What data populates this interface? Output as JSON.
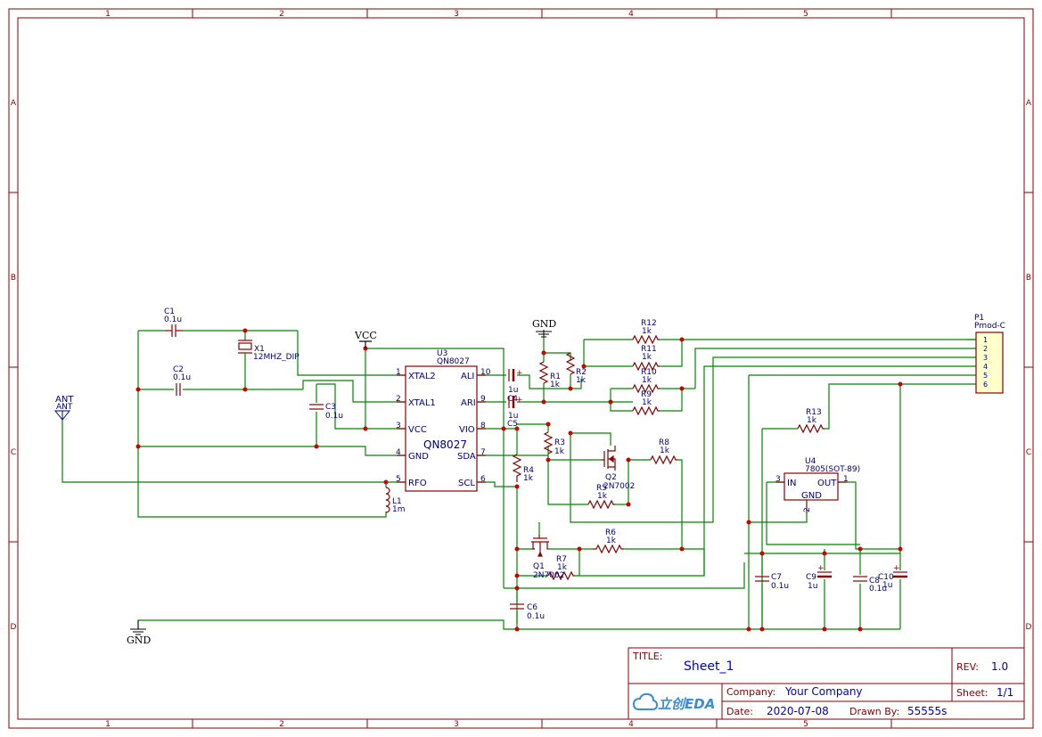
{
  "zones": {
    "columns": [
      "1",
      "2",
      "3",
      "4",
      "5"
    ],
    "rows": [
      "A",
      "B",
      "C",
      "D"
    ]
  },
  "chip": {
    "ref": "U3",
    "value": "QN8027",
    "name": "QN8027",
    "left_pins": [
      {
        "num": "1",
        "name": "XTAL2"
      },
      {
        "num": "2",
        "name": "XTAL1"
      },
      {
        "num": "3",
        "name": "VCC"
      },
      {
        "num": "4",
        "name": "GND"
      },
      {
        "num": "5",
        "name": "RFO"
      }
    ],
    "right_pins": [
      {
        "num": "10",
        "name": "ALI"
      },
      {
        "num": "9",
        "name": "ARI"
      },
      {
        "num": "8",
        "name": "VIO"
      },
      {
        "num": "7",
        "name": "SDA"
      },
      {
        "num": "6",
        "name": "SCL"
      }
    ]
  },
  "regulator": {
    "ref": "U4",
    "value": "7805(SOT-89)",
    "pin_in": "IN",
    "pin_out": "OUT",
    "pin_gnd": "GND",
    "num_in": "3",
    "num_out": "1",
    "num_gnd": "2"
  },
  "connector": {
    "ref": "P1",
    "value": "Pmod-C",
    "pins": [
      "1",
      "2",
      "3",
      "4",
      "5",
      "6"
    ]
  },
  "parts": {
    "c1": {
      "ref": "C1",
      "value": "0.1u"
    },
    "c2": {
      "ref": "C2",
      "value": "0.1u"
    },
    "c3": {
      "ref": "C3",
      "value": "0.1u"
    },
    "c4": {
      "ref": "C4",
      "value": "1u"
    },
    "c5": {
      "ref": "C5",
      "value": "1u"
    },
    "c6": {
      "ref": "C6",
      "value": "0.1u"
    },
    "c7": {
      "ref": "C7",
      "value": "0.1u"
    },
    "c8": {
      "ref": "C8",
      "value": "0.1u"
    },
    "c9": {
      "ref": "C9",
      "value": "1u"
    },
    "c10": {
      "ref": "C10",
      "value": "1u"
    },
    "x1": {
      "ref": "X1",
      "value": "12MHZ_DIP"
    },
    "l1": {
      "ref": "L1",
      "value": "1m"
    },
    "r1": {
      "ref": "R1",
      "value": "1k"
    },
    "r2": {
      "ref": "R2",
      "value": "1k"
    },
    "r3": {
      "ref": "R3",
      "value": "1k"
    },
    "r4": {
      "ref": "R4",
      "value": "1k"
    },
    "r5": {
      "ref": "R5",
      "value": "1k"
    },
    "r6": {
      "ref": "R6",
      "value": "1k"
    },
    "r7": {
      "ref": "R7",
      "value": "1k"
    },
    "r8": {
      "ref": "R8",
      "value": "1k"
    },
    "r9": {
      "ref": "R9",
      "value": "1k"
    },
    "r10": {
      "ref": "R10",
      "value": "1k"
    },
    "r11": {
      "ref": "R11",
      "value": "1k"
    },
    "r12": {
      "ref": "R12",
      "value": "1k"
    },
    "r13": {
      "ref": "R13",
      "value": "1k"
    },
    "q1": {
      "ref": "Q1",
      "value": "2N7002"
    },
    "q2": {
      "ref": "Q2",
      "value": "2N7002"
    }
  },
  "nets": {
    "vcc": "VCC",
    "gnd_top": "GND",
    "gnd_bottom": "GND",
    "ant_ref": "ANT",
    "ant_name": "ANT"
  },
  "title_block": {
    "title_label": "TITLE:",
    "title": "Sheet_1",
    "rev_label": "REV:",
    "rev": "1.0",
    "company_label": "Company:",
    "company": "Your Company",
    "sheet_label": "Sheet:",
    "sheet": "1/1",
    "date_label": "Date:",
    "date": "2020-07-08",
    "drawn_label": "Drawn By:",
    "drawn": "55555s",
    "logo": "立创EDA"
  }
}
